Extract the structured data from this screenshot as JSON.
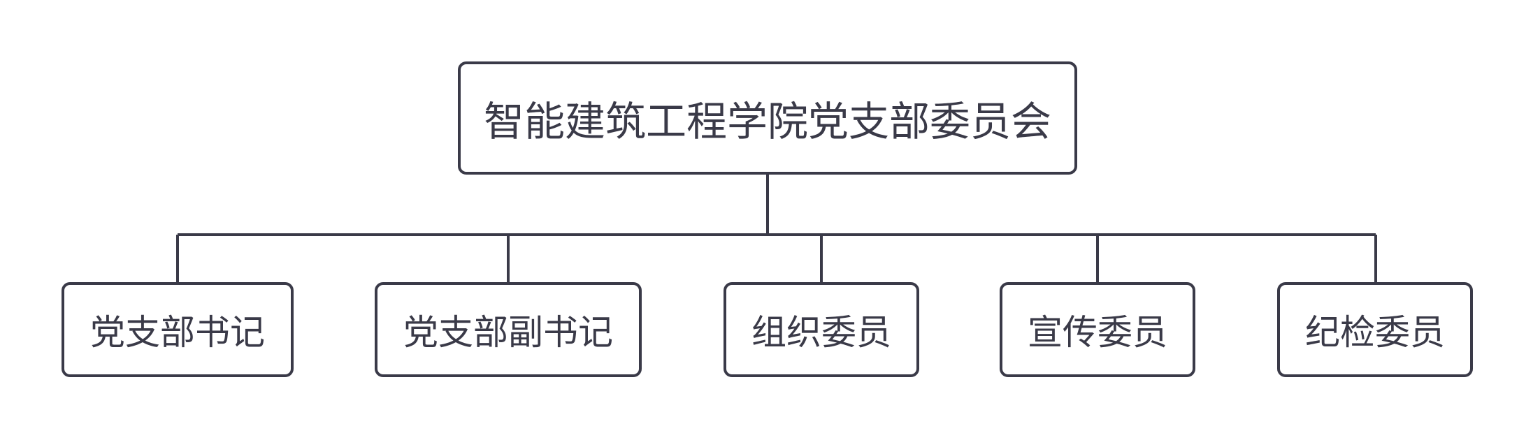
{
  "org_chart": {
    "root": {
      "label": "智能建筑工程学院党支部委员会"
    },
    "children": [
      {
        "label": "党支部书记"
      },
      {
        "label": "党支部副书记"
      },
      {
        "label": "组织委员"
      },
      {
        "label": "宣传委员"
      },
      {
        "label": "纪检委员"
      }
    ]
  },
  "colors": {
    "stroke": "#3a3a48",
    "text": "#3a3a48",
    "background": "#ffffff"
  }
}
